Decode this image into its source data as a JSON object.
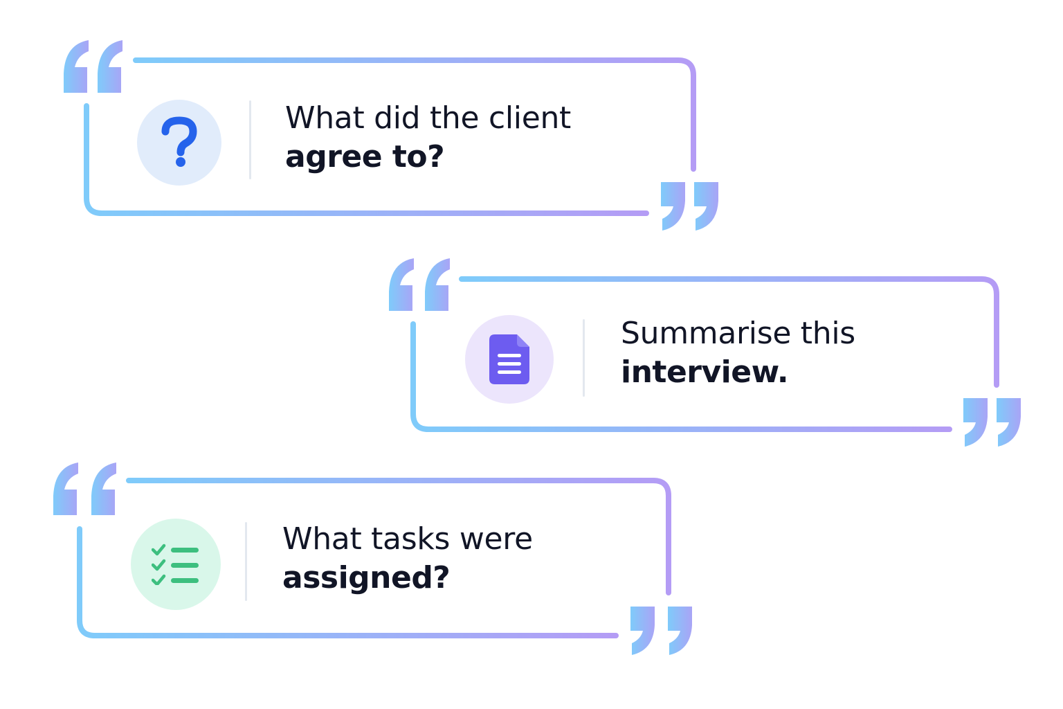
{
  "accent": {
    "gradient_start": "#7fcbfa",
    "gradient_end": "#b49cf5"
  },
  "cards": [
    {
      "icon": "question-mark-icon",
      "icon_color": "#2563eb",
      "icon_bg": "#e1ecfb",
      "line1": "What did the client",
      "line2": "agree to?"
    },
    {
      "icon": "document-icon",
      "icon_color": "#6d5cf0",
      "icon_bg": "#ece5fc",
      "line1": "Summarise this",
      "line2": "interview."
    },
    {
      "icon": "checklist-icon",
      "icon_color": "#3dbf7f",
      "icon_bg": "#d9f7ea",
      "line1": "What tasks were",
      "line2": "assigned?"
    }
  ]
}
